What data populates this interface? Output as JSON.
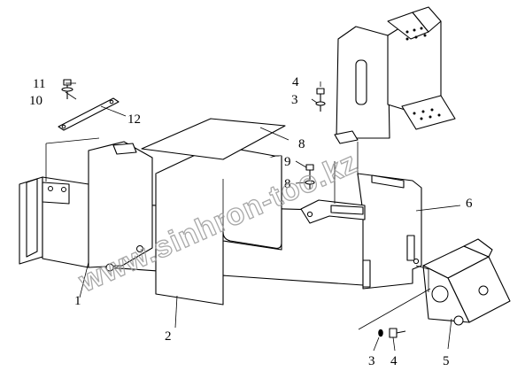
{
  "drawing": {
    "watermark": "www.sinhron-too.kz",
    "callouts": {
      "c1": "1",
      "c2": "2",
      "c3_upper": "3",
      "c3_lower": "3",
      "c4_upper": "4",
      "c4_lower": "4",
      "c5": "5",
      "c6": "6",
      "c8_mid": "8",
      "c8_top": "8",
      "c9": "9",
      "c10": "10",
      "c11": "11",
      "c12": "12"
    }
  }
}
